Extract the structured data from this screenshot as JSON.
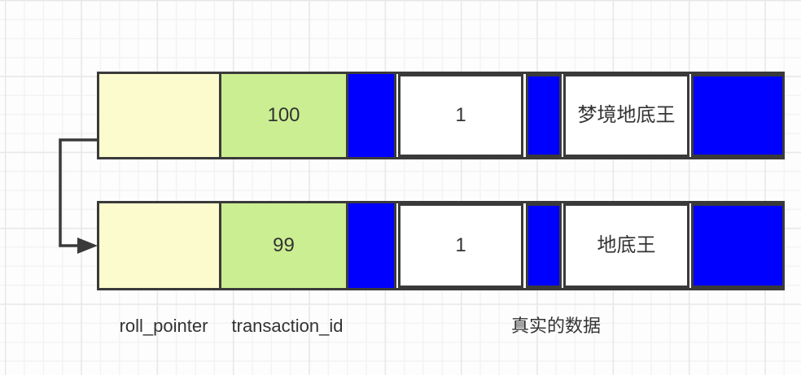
{
  "diagram": {
    "colors": {
      "stroke": "#3a3a3a",
      "yellow_fill": "#fcfbce",
      "green_fill": "#cbee92",
      "blue_fill": "#0000ff",
      "text": "#333333"
    },
    "rows": [
      {
        "transaction_id": "100",
        "field1": "1",
        "data": "梦境地底王"
      },
      {
        "transaction_id": "99",
        "field1": "1",
        "data": "地底王"
      }
    ],
    "labels": {
      "roll_pointer": "roll_pointer",
      "transaction_id": "transaction_id",
      "real_data": "真实的数据"
    }
  }
}
